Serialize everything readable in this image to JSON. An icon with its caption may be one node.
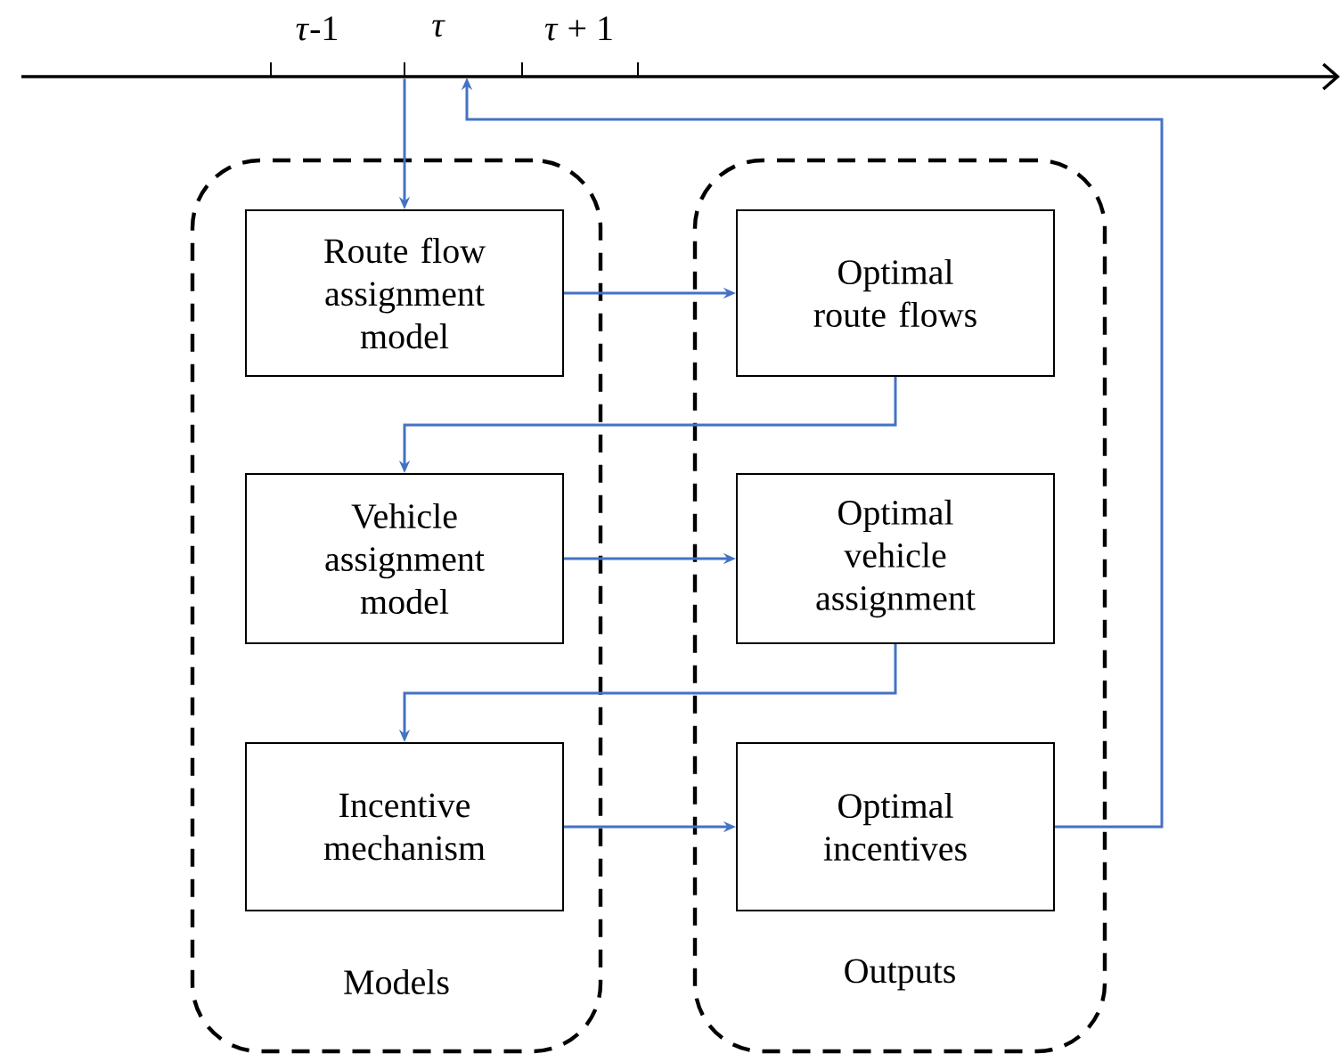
{
  "diagram": {
    "nodes": [
      {
        "text": [],
        "shape": "line"
      },
      {
        "text": [
          "Models"
        ]
      },
      {
        "text": [
          "Route flow assignment model"
        ],
        "in": 1
      },
      {
        "text": [
          "Vehicle assignment model"
        ],
        "in": 1
      },
      {
        "text": [
          "Incentive mechanism"
        ],
        "in": 1
      },
      {
        "text": [
          "Outputs"
        ]
      },
      {
        "text": [
          "Optimal route flows"
        ],
        "in": 5
      },
      {
        "text": [
          "Optimal vehicle assignment"
        ],
        "in": 5
      },
      {
        "text": [
          "Optimal incentives"
        ],
        "in": 5
      }
    ],
    "edges": [
      {
        "from": 0,
        "to": 2,
        "arrow": "to"
      },
      {
        "from": 2,
        "to": 6,
        "arrow": "to"
      },
      {
        "from": 6,
        "to": 3,
        "arrow": "to"
      },
      {
        "from": 3,
        "to": 7,
        "arrow": "to"
      },
      {
        "from": 7,
        "to": 4,
        "arrow": "to"
      },
      {
        "from": 4,
        "to": 8,
        "arrow": "to"
      },
      {
        "from": 8,
        "to": 0,
        "arrow": "to"
      }
    ],
    "labels": [
      "*τ*-1",
      "*τ*",
      "*τ* + 1"
    ]
  }
}
